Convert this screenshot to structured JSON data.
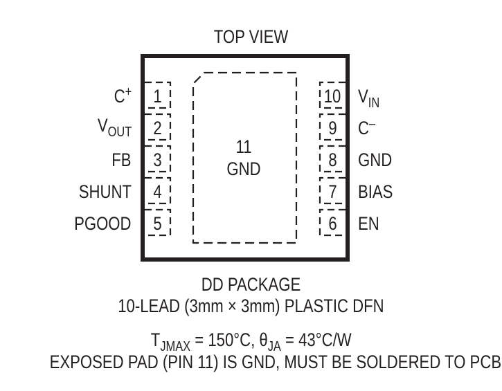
{
  "title": "TOP VIEW",
  "package": {
    "exposed_pad": {
      "number": "11",
      "name": "GND"
    },
    "left_pins": [
      {
        "number": "1",
        "name": "C",
        "sup": "+",
        "sub": ""
      },
      {
        "number": "2",
        "name": "V",
        "sup": "",
        "sub": "OUT"
      },
      {
        "number": "3",
        "name": "FB",
        "sup": "",
        "sub": ""
      },
      {
        "number": "4",
        "name": "SHUNT",
        "sup": "",
        "sub": ""
      },
      {
        "number": "5",
        "name": "PGOOD",
        "sup": "",
        "sub": ""
      }
    ],
    "right_pins": [
      {
        "number": "10",
        "name": "V",
        "sup": "",
        "sub": "IN"
      },
      {
        "number": "9",
        "name": "C",
        "sup": "–",
        "sub": ""
      },
      {
        "number": "8",
        "name": "GND",
        "sup": "",
        "sub": ""
      },
      {
        "number": "7",
        "name": "BIAS",
        "sup": "",
        "sub": ""
      },
      {
        "number": "6",
        "name": "EN",
        "sup": "",
        "sub": ""
      }
    ]
  },
  "caption": {
    "line1": "DD PACKAGE",
    "line2": "10-LEAD (3mm × 3mm) PLASTIC DFN",
    "thermal": {
      "tj_symbol": "T",
      "tj_sub": "JMAX",
      "tj_value": " = 150°C, ",
      "theta_symbol": "θ",
      "theta_sub": "JA",
      "theta_value": " = 43°C/W"
    },
    "note": "EXPOSED PAD (PIN 11) IS GND, MUST BE SOLDERED TO PCB"
  },
  "colors": {
    "ink": "#231f20",
    "background": "#ffffff"
  }
}
